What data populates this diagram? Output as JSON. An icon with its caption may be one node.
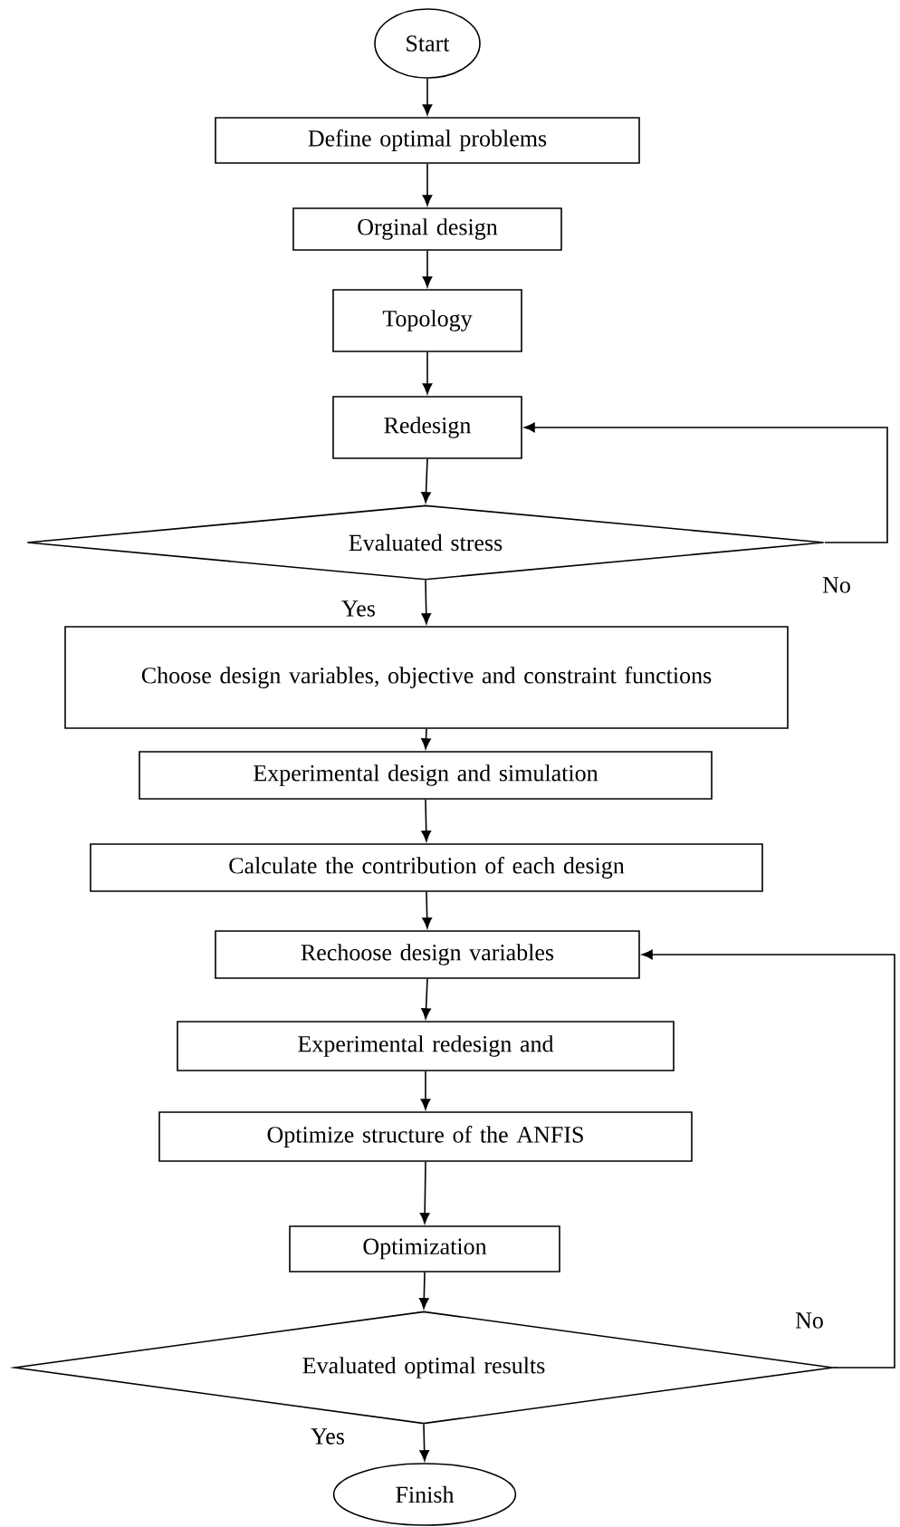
{
  "diagram": {
    "nodes": [
      {
        "text": [
          "Start"
        ]
      },
      {
        "text": [
          "Define optimal problems"
        ]
      },
      {
        "text": [
          "Orginal design"
        ]
      },
      {
        "text": [
          "Topology"
        ]
      },
      {
        "text": [
          "Redesign"
        ]
      },
      {
        "text": [
          "Evaluated stress"
        ]
      },
      {
        "text": [
          "Choose design variables, objective and constraint functions"
        ]
      },
      {
        "text": [
          "Experimental design and simulation"
        ]
      },
      {
        "text": [
          "Calculate the contribution of each design"
        ]
      },
      {
        "text": [
          "Rechoose design variables"
        ]
      },
      {
        "text": [
          "Experimental redesign and"
        ]
      },
      {
        "text": [
          "Optimize structure of the ANFIS"
        ]
      },
      {
        "text": [
          "Optimization"
        ]
      },
      {
        "text": [
          "Evaluated optimal results"
        ]
      },
      {
        "text": [
          "Finish"
        ]
      }
    ],
    "edges": [
      {
        "from": 0,
        "to": 1,
        "arrow": "to"
      },
      {
        "from": 1,
        "to": 2,
        "arrow": "to"
      },
      {
        "from": 2,
        "to": 3,
        "arrow": "to"
      },
      {
        "from": 3,
        "to": 4,
        "arrow": "to"
      },
      {
        "from": 4,
        "to": 5,
        "arrow": "to"
      },
      {
        "from": 5,
        "to": 6,
        "arrow": "to",
        "label": "Yes"
      },
      {
        "from": 5,
        "to": 4,
        "arrow": "to",
        "label": "No"
      },
      {
        "from": 6,
        "to": 7,
        "arrow": "to"
      },
      {
        "from": 7,
        "to": 8,
        "arrow": "to"
      },
      {
        "from": 8,
        "to": 9,
        "arrow": "to"
      },
      {
        "from": 9,
        "to": 10,
        "arrow": "to"
      },
      {
        "from": 10,
        "to": 11,
        "arrow": "to"
      },
      {
        "from": 11,
        "to": 12,
        "arrow": "to"
      },
      {
        "from": 12,
        "to": 13,
        "arrow": "to"
      },
      {
        "from": 13,
        "to": 14,
        "arrow": "to",
        "label": "Yes"
      },
      {
        "from": 13,
        "to": 9,
        "arrow": "to",
        "label": "No"
      }
    ]
  }
}
